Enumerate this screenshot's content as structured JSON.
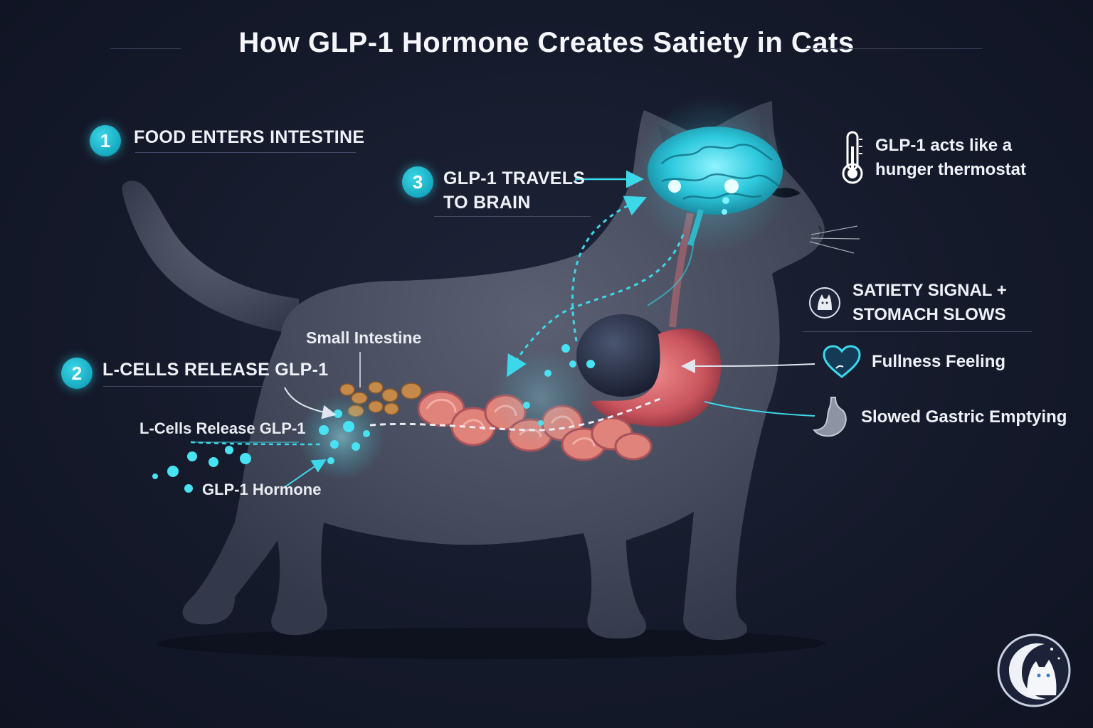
{
  "title": "How GLP-1 Hormone Creates Satiety in Cats",
  "steps": [
    {
      "number": "1",
      "label": "FOOD ENTERS INTESTINE"
    },
    {
      "number": "2",
      "label": "L-CELLS RELEASE GLP-1"
    },
    {
      "number": "3",
      "label": "GLP-1 TRAVELS\nTO BRAIN"
    }
  ],
  "anatomy_labels": {
    "small_intestine": "Small Intestine",
    "l_cells": "L-Cells Release GLP-1",
    "hormone": "GLP-1 Hormone"
  },
  "right_panel": {
    "thermostat_text": "GLP-1 acts like a\nhunger thermostat",
    "satiety_heading": "SATIETY SIGNAL +\nSTOMACH SLOWS",
    "fullness": "Fullness Feeling",
    "gastric": "Slowed Gastric Emptying"
  },
  "icons": [
    "thermometer-icon",
    "cat-badge-icon",
    "heart-icon",
    "stomach-icon",
    "brand-logo-icon"
  ],
  "colors": {
    "background": "#151a2b",
    "accent_cyan": "#2fd3e6",
    "cat_body": "#4a5060",
    "intestine": "#e0837a",
    "stomach": "#d9656a"
  }
}
